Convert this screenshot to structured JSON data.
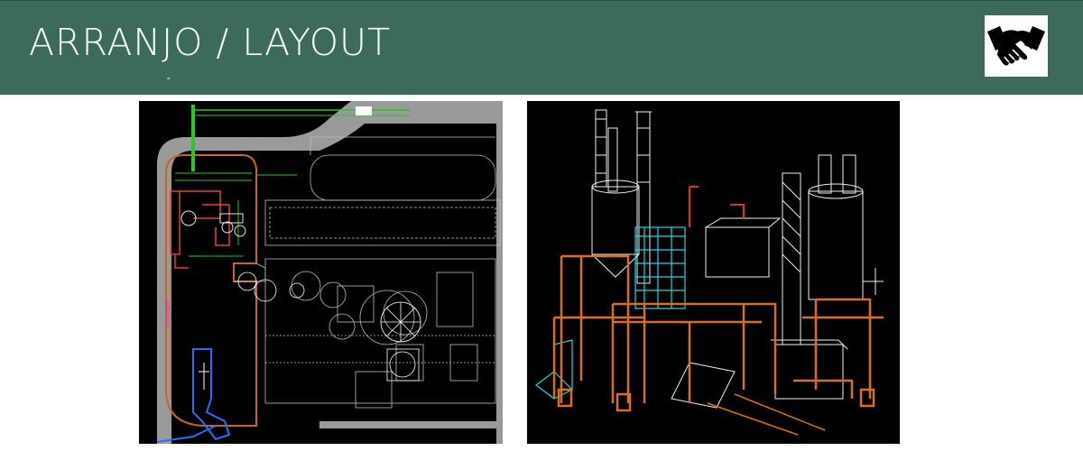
{
  "header": {
    "title": "ARRANJO / LAYOUT",
    "tiny_mark": "=",
    "background_color": "#3c6b5b",
    "logo_icon": "handshake-icon"
  },
  "images": {
    "left": {
      "icon": "cad-floor-plan-drawing",
      "background": "#000000"
    },
    "right": {
      "icon": "cad-3d-plant-wireframe",
      "background": "#000000"
    }
  }
}
